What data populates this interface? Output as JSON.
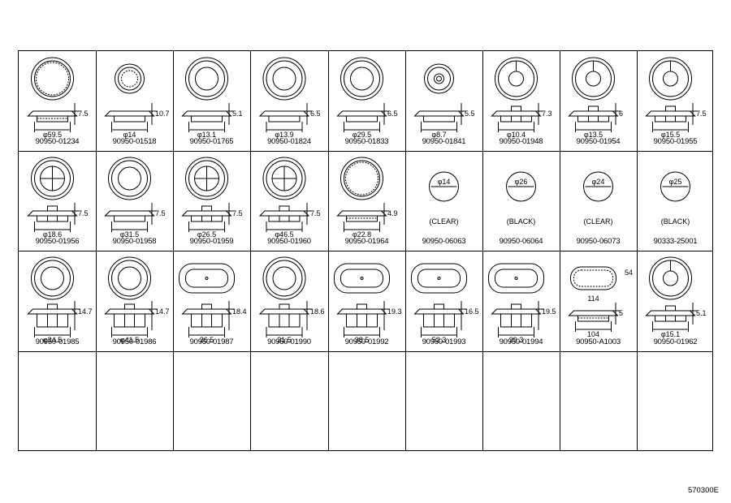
{
  "diagram_code": "570300E",
  "rows": [
    [
      {
        "part": "90950-01234",
        "dia": "φ59.5",
        "h": "7.5",
        "shape": "plain"
      },
      {
        "part": "90950-01518",
        "dia": "φ14",
        "h": "10.7",
        "shape": "cap"
      },
      {
        "part": "90950-01765",
        "dia": "φ13.1",
        "h": "5.1",
        "shape": "plug"
      },
      {
        "part": "90950-01824",
        "dia": "φ13.9",
        "h": "6.5",
        "shape": "plug"
      },
      {
        "part": "90950-01833",
        "dia": "φ29.5",
        "h": "6.5",
        "shape": "plug"
      },
      {
        "part": "90950-01841",
        "dia": "φ8.7",
        "h": "5.5",
        "shape": "small"
      },
      {
        "part": "90950-01948",
        "dia": "φ10.4",
        "h": "7.3",
        "shape": "clip"
      },
      {
        "part": "90950-01954",
        "dia": "φ13.5",
        "h": "6",
        "shape": "clip"
      },
      {
        "part": "90950-01955",
        "dia": "φ15.5",
        "h": "7.5",
        "shape": "clip"
      }
    ],
    [
      {
        "part": "90950-01956",
        "dia": "φ18.6",
        "h": "7.5",
        "shape": "cross"
      },
      {
        "part": "90950-01958",
        "dia": "φ31.5",
        "h": "7.5",
        "shape": "plug"
      },
      {
        "part": "90950-01959",
        "dia": "φ26.5",
        "h": "7.5",
        "shape": "cross"
      },
      {
        "part": "90950-01960",
        "dia": "φ46.5",
        "h": "7.5",
        "shape": "cross"
      },
      {
        "part": "90950-01964",
        "dia": "φ22.8",
        "h": "4.9",
        "shape": "plain"
      },
      {
        "part": "90950-06063",
        "dia": "φ14",
        "note": "(CLEAR)",
        "shape": "sticker"
      },
      {
        "part": "90950-06064",
        "dia": "φ26",
        "note": "(BLACK)",
        "shape": "sticker"
      },
      {
        "part": "90950-06073",
        "dia": "φ24",
        "note": "(CLEAR)",
        "shape": "sticker"
      },
      {
        "part": "90333-25001",
        "dia": "φ25",
        "note": "(BLACK)",
        "shape": "sticker"
      }
    ],
    [
      {
        "part": "90950-01985",
        "dia": "φ34.5",
        "h": "14.7",
        "shape": "deep"
      },
      {
        "part": "90950-01986",
        "dia": "φ41.5",
        "h": "14.7",
        "shape": "deep"
      },
      {
        "part": "90950-01987",
        "dia": "26.5",
        "h": "18.4",
        "shape": "oval"
      },
      {
        "part": "90950-01990",
        "dia": "21.5",
        "h": "18.6",
        "shape": "deep"
      },
      {
        "part": "90950-01992",
        "dia": "38.5",
        "h": "19.3",
        "shape": "oval"
      },
      {
        "part": "90950-01993",
        "dia": "52.3",
        "h": "16.5",
        "shape": "oval"
      },
      {
        "part": "90950-01994",
        "dia": "29.3",
        "h": "19.5",
        "shape": "oval"
      },
      {
        "part": "90950-A1003",
        "dia": "104",
        "h": "5",
        "w": "114",
        "d": "54",
        "shape": "pad"
      },
      {
        "part": "90950-01962",
        "dia": "φ15.1",
        "h": "5.1",
        "shape": "clip"
      }
    ],
    [
      {
        "part": "",
        "shape": "empty"
      },
      {
        "part": "",
        "shape": "empty"
      },
      {
        "part": "",
        "shape": "empty"
      },
      {
        "part": "",
        "shape": "empty"
      },
      {
        "part": "",
        "shape": "empty"
      },
      {
        "part": "",
        "shape": "empty"
      },
      {
        "part": "",
        "shape": "empty"
      },
      {
        "part": "",
        "shape": "empty"
      },
      {
        "part": "",
        "shape": "empty"
      }
    ]
  ]
}
